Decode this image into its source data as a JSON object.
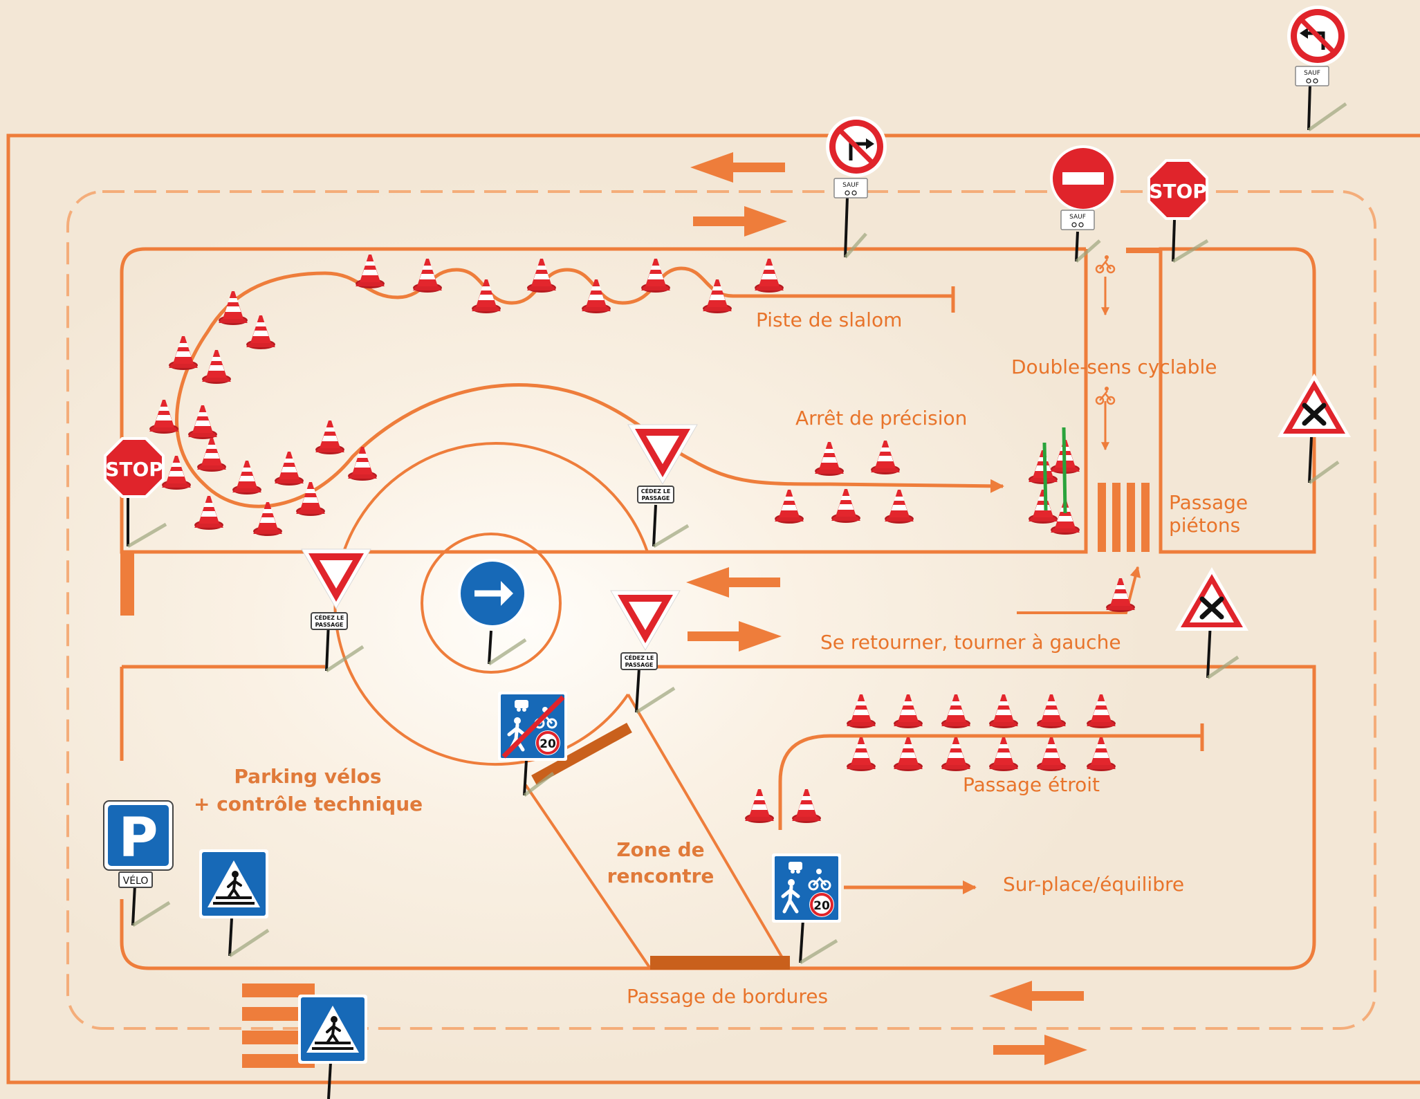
{
  "colors": {
    "track": "#ee7d3b",
    "dashed": "#f4ad7a",
    "label": "#e8742b",
    "cone": "#e3262d",
    "sign_red": "#e0242b",
    "sign_blue": "#1769b7",
    "bar": "#c9601c"
  },
  "labels": {
    "slalom": "Piste de slalom",
    "double_sens": "Double-sens cyclable",
    "arret": "Arrêt de précision",
    "passage_pietons_1": "Passage",
    "passage_pietons_2": "piétons",
    "se_retourner": "Se retourner, tourner à gauche",
    "parking_1": "Parking vélos",
    "parking_2": "+ contrôle technique",
    "zone_1": "Zone de",
    "zone_2": "rencontre",
    "passage_etroit": "Passage étroit",
    "sur_place": "Sur-place/équilibre",
    "bordures": "Passage de bordures"
  },
  "signs": {
    "stop_text": "STOP",
    "sauf_text": "SAUF",
    "cedez_1": "CÉDEZ LE",
    "cedez_2": "PASSAGE",
    "parking_letter": "P",
    "velo_text": "VÉLO",
    "speed_20": "20"
  },
  "icons": [
    "traffic-cone-icon",
    "stop-sign-icon",
    "yield-sign-icon",
    "no-entry-sign-icon",
    "no-right-turn-sign-icon",
    "no-left-turn-sign-icon",
    "crossroads-warning-sign-icon",
    "mandatory-direction-sign-icon",
    "pedestrian-crossing-sign-icon",
    "parking-sign-icon",
    "meeting-zone-sign-icon",
    "end-meeting-zone-sign-icon",
    "cyclist-icon",
    "direction-arrow-icon"
  ]
}
